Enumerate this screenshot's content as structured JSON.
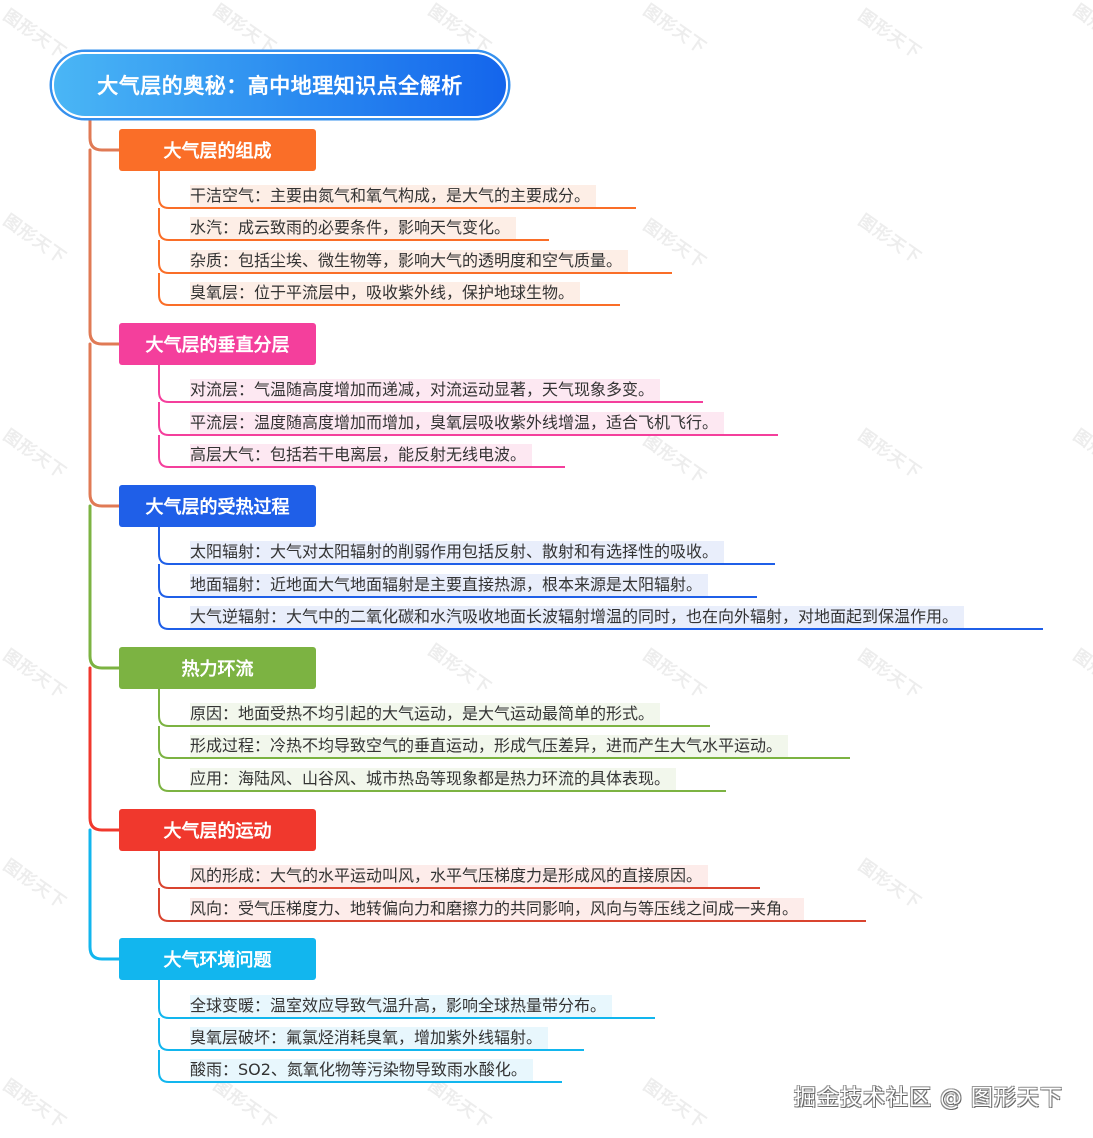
{
  "title": "大气层的奥秘：高中地理知识点全解析",
  "watermark": "图形天下",
  "footer": "掘金技术社区 @ 图形天下",
  "colors": {
    "root_gradient": [
      "#4ab6f5",
      "#1465ec"
    ],
    "trunk_coral": "#e07a55"
  },
  "branches": [
    {
      "label": "大气层的组成",
      "color": "#fa6e28",
      "leaf_bg": "#fdeee6",
      "items": [
        "干洁空气：主要由氮气和氧气构成，是大气的主要成分。",
        "水汽：成云致雨的必要条件，影响天气变化。",
        "杂质：包括尘埃、微生物等，影响大气的透明度和空气质量。",
        "臭氧层：位于平流层中，吸收紫外线，保护地球生物。"
      ]
    },
    {
      "label": "大气层的垂直分层",
      "color": "#f43f9c",
      "leaf_bg": "#fde8f2",
      "items": [
        "对流层：气温随高度增加而递减，对流运动显著，天气现象多变。",
        "平流层：温度随高度增加而增加，臭氧层吸收紫外线增温，适合飞机飞行。",
        "高层大气：包括若干电离层，能反射无线电波。"
      ]
    },
    {
      "label": "大气层的受热过程",
      "color": "#1f5fe8",
      "leaf_bg": "#e9eefb",
      "items": [
        "太阳辐射：大气对太阳辐射的削弱作用包括反射、散射和有选择性的吸收。",
        "地面辐射：近地面大气地面辐射是主要直接热源，根本来源是太阳辐射。",
        "大气逆辐射：大气中的二氧化碳和水汽吸收地面长波辐射增温的同时，也在向外辐射，对地面起到保温作用。"
      ]
    },
    {
      "label": "热力环流",
      "color": "#7cb342",
      "leaf_bg": "#f2f7ec",
      "items": [
        "原因：地面受热不均引起的大气运动，是大气运动最简单的形式。",
        "形成过程：冷热不均导致空气的垂直运动，形成气压差异，进而产生大气水平运动。",
        "应用：海陆风、山谷风、城市热岛等现象都是热力环流的具体表现。"
      ]
    },
    {
      "label": "大气层的运动",
      "color": "#f0382d",
      "leaf_bg": "#fdecea",
      "items": [
        "风的形成：大气的水平运动叫风，水平气压梯度力是形成风的直接原因。",
        "风向：受气压梯度力、地转偏向力和磨擦力的共同影响，风向与等压线之间成一夹角。"
      ]
    },
    {
      "label": "大气环境问题",
      "color": "#12b6ee",
      "leaf_bg": "#e8f7fd",
      "items": [
        "全球变暖：温室效应导致气温升高，影响全球热量带分布。",
        "臭氧层破坏：氟氯烃消耗臭氧，增加紫外线辐射。",
        "酸雨：SO2、氮氧化物等污染物导致雨水酸化。"
      ]
    }
  ]
}
